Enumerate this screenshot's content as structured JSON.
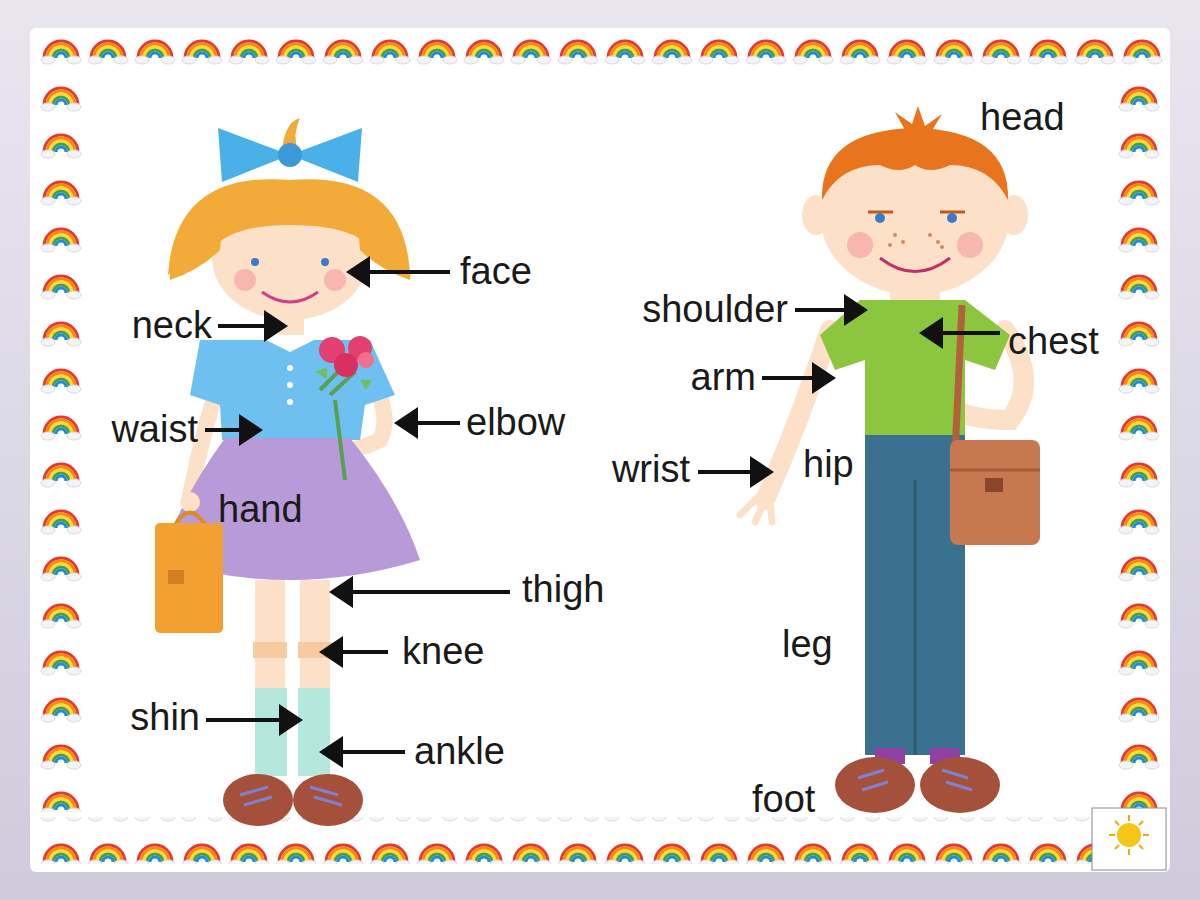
{
  "diagram": {
    "labels": [
      "head",
      "face",
      "shoulder",
      "chest",
      "neck",
      "arm",
      "waist",
      "elbow",
      "wrist",
      "hip",
      "hand",
      "thigh",
      "knee",
      "leg",
      "shin",
      "ankle",
      "foot"
    ]
  }
}
